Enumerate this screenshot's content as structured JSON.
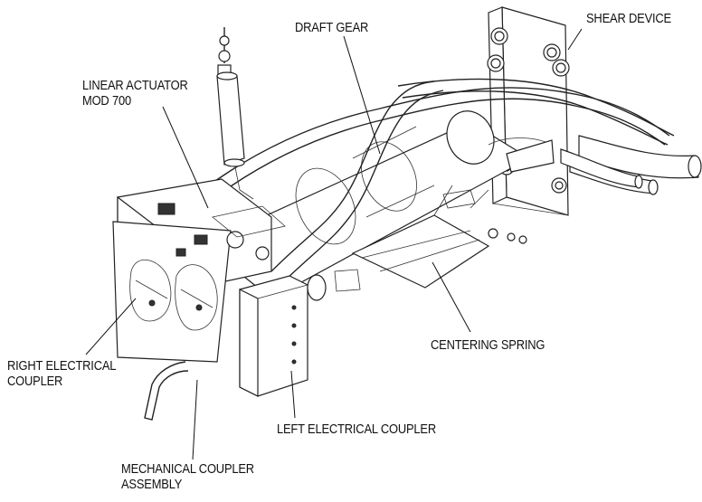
{
  "labels": {
    "shear_device": "SHEAR DEVICE",
    "draft_gear": "DRAFT GEAR",
    "linear_actuator_line1": "LINEAR ACTUATOR",
    "linear_actuator_line2": "MOD 700",
    "centering_spring": "CENTERING SPRING",
    "right_electrical_line1": "RIGHT ELECTRICAL",
    "right_electrical_line2": "COUPLER",
    "left_electrical": "LEFT ELECTRICAL COUPLER",
    "mechanical_coupler_line1": "MECHANICAL COUPLER",
    "mechanical_coupler_line2": "ASSEMBLY"
  }
}
